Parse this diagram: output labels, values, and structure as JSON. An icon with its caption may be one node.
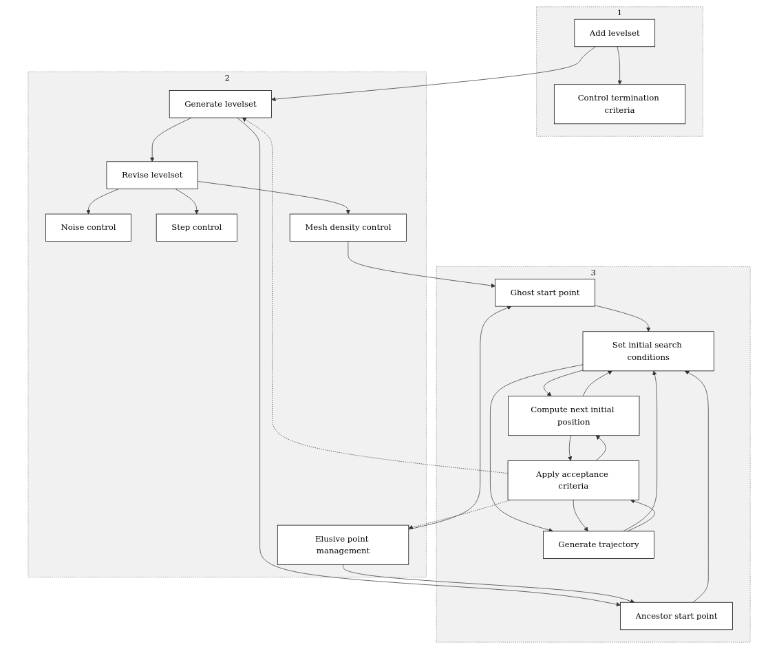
{
  "diagram": {
    "nodes": [
      {
        "text": [
          "1"
        ]
      },
      {
        "text": [
          "Add levelset"
        ],
        "in": 0
      },
      {
        "text": [
          "Control termination criteria"
        ],
        "in": 0
      },
      {
        "text": [
          "2"
        ]
      },
      {
        "text": [
          "Generate levelset"
        ],
        "in": 3
      },
      {
        "text": [
          "Revise levelset"
        ],
        "in": 3
      },
      {
        "text": [
          "Noise control"
        ],
        "in": 3
      },
      {
        "text": [
          "Elusive point management"
        ],
        "in": 3
      },
      {
        "text": [
          "Step control"
        ],
        "in": 3
      },
      {
        "text": [
          "Mesh density control"
        ],
        "in": 3
      },
      {
        "text": [
          "3"
        ]
      },
      {
        "text": [
          "Ancestor start point"
        ],
        "in": 10
      },
      {
        "text": [
          "Ghost start point"
        ],
        "in": 10
      },
      {
        "text": [
          "Set initial search conditions"
        ],
        "in": 10
      },
      {
        "text": [
          "Compute next initial position"
        ],
        "in": 10
      },
      {
        "text": [
          "Generate trajectory"
        ],
        "in": 10
      },
      {
        "text": [
          "Apply acceptance criteria"
        ],
        "in": 10
      }
    ],
    "edges": [
      {
        "from": 1,
        "to": 2,
        "arrow": "to"
      },
      {
        "from": 1,
        "to": 4,
        "arrow": "to"
      },
      {
        "from": 4,
        "to": 5,
        "arrow": "to"
      },
      {
        "from": 5,
        "to": 6,
        "arrow": "to"
      },
      {
        "from": 5,
        "to": 8,
        "arrow": "to"
      },
      {
        "from": 5,
        "to": 9,
        "arrow": "to"
      },
      {
        "from": 4,
        "to": 11,
        "arrow": "to"
      },
      {
        "from": 7,
        "to": 11,
        "arrow": "to"
      },
      {
        "from": 7,
        "to": 12,
        "arrow": "to"
      },
      {
        "from": 9,
        "to": 12,
        "arrow": "to"
      },
      {
        "from": 11,
        "to": 13,
        "arrow": "to"
      },
      {
        "from": 12,
        "to": 13,
        "arrow": "to"
      },
      {
        "from": 13,
        "to": 14,
        "arrow": "to"
      },
      {
        "from": 14,
        "to": 13,
        "arrow": "to"
      },
      {
        "from": 13,
        "to": 15,
        "arrow": "to"
      },
      {
        "from": 15,
        "to": 13,
        "arrow": "to"
      },
      {
        "from": 14,
        "to": 16,
        "arrow": "to"
      },
      {
        "from": 15,
        "to": 16,
        "arrow": "to"
      },
      {
        "from": 16,
        "to": 14,
        "arrow": "to"
      },
      {
        "from": 16,
        "to": 15,
        "arrow": "to"
      },
      {
        "from": 16,
        "to": 4,
        "arrow": "to",
        "style": "dashed"
      },
      {
        "from": 16,
        "to": 7,
        "arrow": "to",
        "style": "dashed"
      }
    ]
  }
}
